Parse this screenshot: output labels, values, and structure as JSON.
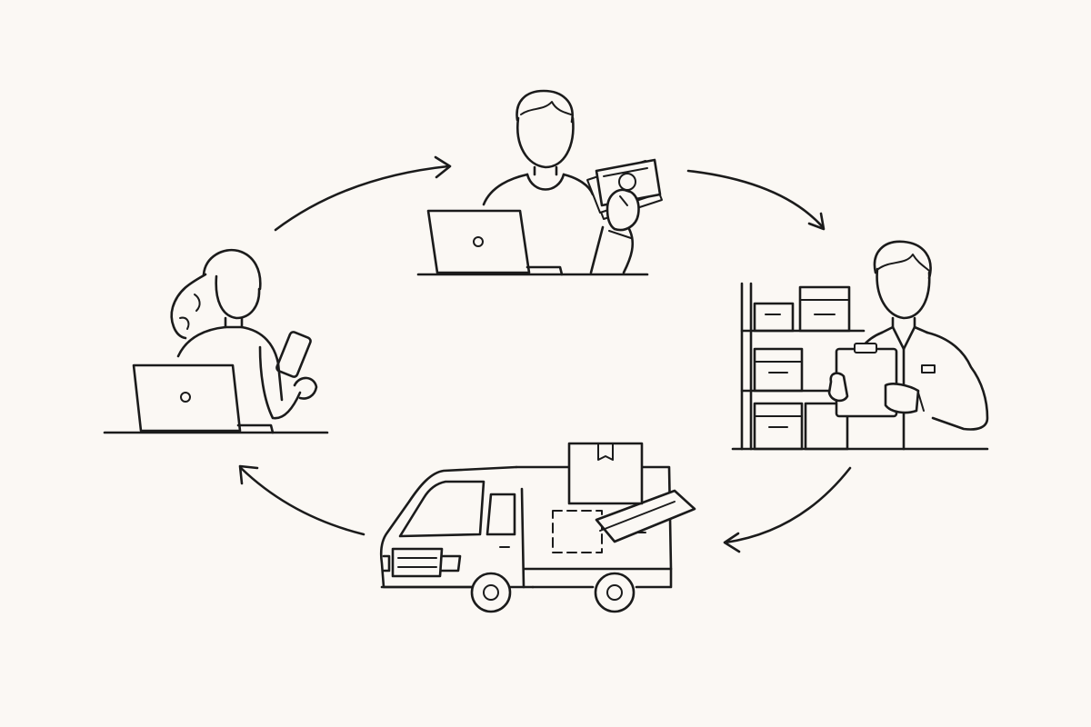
{
  "diagram": {
    "type": "cycle",
    "colors": {
      "background": "#fbf8f4",
      "stroke": "#1b1b1b"
    },
    "steps": [
      {
        "icon": "customer-ordering-icon"
      },
      {
        "icon": "customer-paying-icon"
      },
      {
        "icon": "warehouse-worker-icon"
      },
      {
        "icon": "delivery-truck-icon"
      }
    ],
    "arrows": [
      {
        "from": "customer-ordering",
        "to": "customer-paying"
      },
      {
        "from": "customer-paying",
        "to": "warehouse-worker"
      },
      {
        "from": "warehouse-worker",
        "to": "delivery-truck"
      },
      {
        "from": "delivery-truck",
        "to": "customer-ordering"
      }
    ]
  }
}
